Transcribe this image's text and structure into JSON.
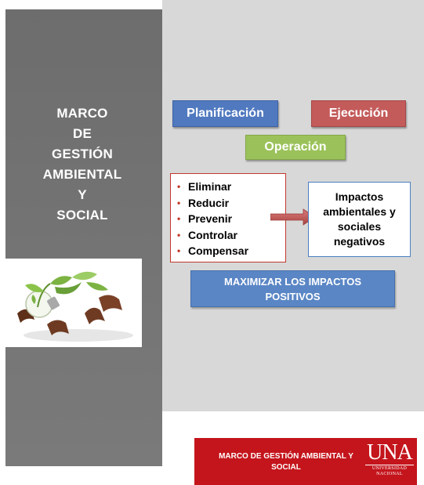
{
  "sidebar": {
    "title_lines": [
      "MARCO",
      "DE",
      "GESTIÓN",
      "AMBIENTAL",
      "Y",
      "SOCIAL"
    ]
  },
  "diagram": {
    "planificacion": "Planificación",
    "ejecucion": "Ejecución",
    "operacion": "Operación",
    "actions": [
      "Eliminar",
      "Reducir",
      "Prevenir",
      "Controlar",
      "Compensar"
    ],
    "impacts": "Impactos ambientales y sociales negativos",
    "maximize": "MAXIMIZAR LOS IMPACTOS POSITIVOS"
  },
  "footer": {
    "text": "MARCO DE GESTIÓN AMBIENTAL Y SOCIAL",
    "logo_letters": "UNA",
    "logo_sub": "UNIVERSIDAD NACIONAL"
  },
  "image": {
    "icon": "lightbulb-plant-icon"
  },
  "colors": {
    "sidebar": "#6d6d6d",
    "content_bg": "#d8d8d8",
    "planificacion": "#5079bf",
    "ejecucion": "#c35b5a",
    "operacion": "#9bc25a",
    "maximize": "#5a86c5",
    "footer": "#c4151c"
  }
}
